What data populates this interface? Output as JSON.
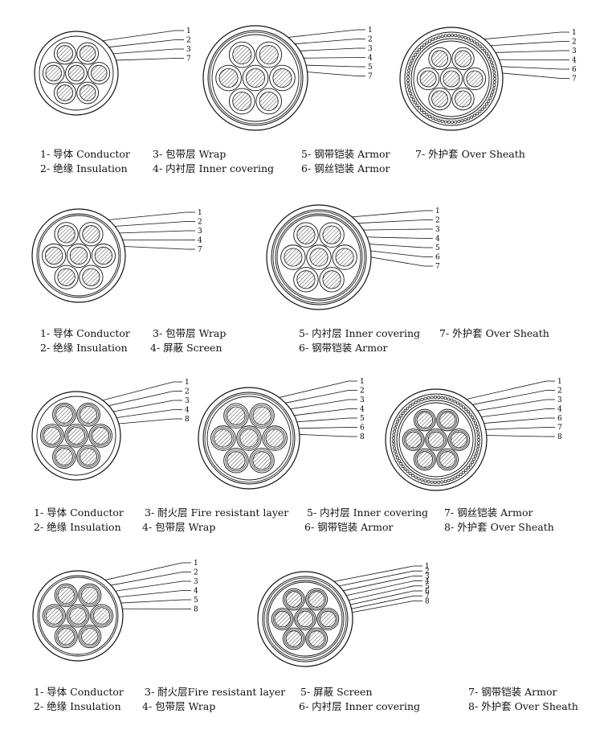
{
  "colors": {
    "line": "#111111",
    "hatch": "#555555",
    "armor_dot": "#222222"
  },
  "rows": [
    {
      "cables": [
        {
          "labels": [
            "1",
            "2",
            "3",
            "7"
          ],
          "style": "plain"
        },
        {
          "labels": [
            "1",
            "2",
            "3",
            "4",
            "5",
            "7"
          ],
          "style": "tape"
        },
        {
          "labels": [
            "1",
            "2",
            "3",
            "4",
            "6",
            "7"
          ],
          "style": "wire"
        }
      ],
      "legend": [
        "1- 导体 Conductor",
        "3- 包带层 Wrap",
        "5- 钢带铠装 Armor",
        "7- 外护套  Over Sheath",
        "2- 绝缘 Insulation",
        "4- 内衬层 Inner covering",
        "6- 钢丝铠装 Armor"
      ]
    },
    {
      "cables": [
        {
          "labels": [
            "1",
            "2",
            "3",
            "4",
            "7"
          ],
          "style": "screen"
        },
        {
          "labels": [
            "1",
            "2",
            "3",
            "4",
            "5",
            "6",
            "7"
          ],
          "style": "screen-tape"
        }
      ],
      "legend": [
        "1- 导体 Conductor",
        "3- 包带层 Wrap",
        "5- 内衬层 Inner covering",
        "7- 外护套  Over Sheath",
        "2- 绝缘 Insulation",
        "4-  屏蔽  Screen",
        "6- 钢带铠装 Armor"
      ]
    },
    {
      "cables": [
        {
          "labels": [
            "1",
            "2",
            "3",
            "4",
            "8"
          ],
          "style": "fire"
        },
        {
          "labels": [
            "1",
            "2",
            "3",
            "4",
            "5",
            "6",
            "8"
          ],
          "style": "fire-tape"
        },
        {
          "labels": [
            "1",
            "2",
            "3",
            "4",
            "6",
            "7",
            "8"
          ],
          "style": "fire-wire"
        }
      ],
      "legend": [
        "1- 导体 Conductor",
        "3- 耐火层 Fire resistant layer",
        "5- 内衬层 Inner covering",
        "7- 钢丝铠装 Armor",
        "2- 绝缘 Insulation",
        "4- 包带层 Wrap",
        "6- 钢带铠装  Armor",
        "8- 外护套 Over Sheath"
      ]
    },
    {
      "cables": [
        {
          "labels": [
            "1",
            "2",
            "3",
            "4",
            "5",
            "8"
          ],
          "style": "fire-screen"
        },
        {
          "labels": [
            "1",
            "2",
            "3",
            "4",
            "5",
            "6",
            "7",
            "8"
          ],
          "style": "fire-screen-tape"
        }
      ],
      "legend": [
        "1- 导体 Conductor",
        "3- 耐火层Fire resistant layer",
        "5-   屏蔽   Screen",
        "7-  钢带铠装 Armor",
        "2- 绝缘 Insulation",
        "4- 包带层 Wrap",
        "6-  内衬层 Inner covering",
        "8-  外护套  Over Sheath"
      ]
    }
  ]
}
